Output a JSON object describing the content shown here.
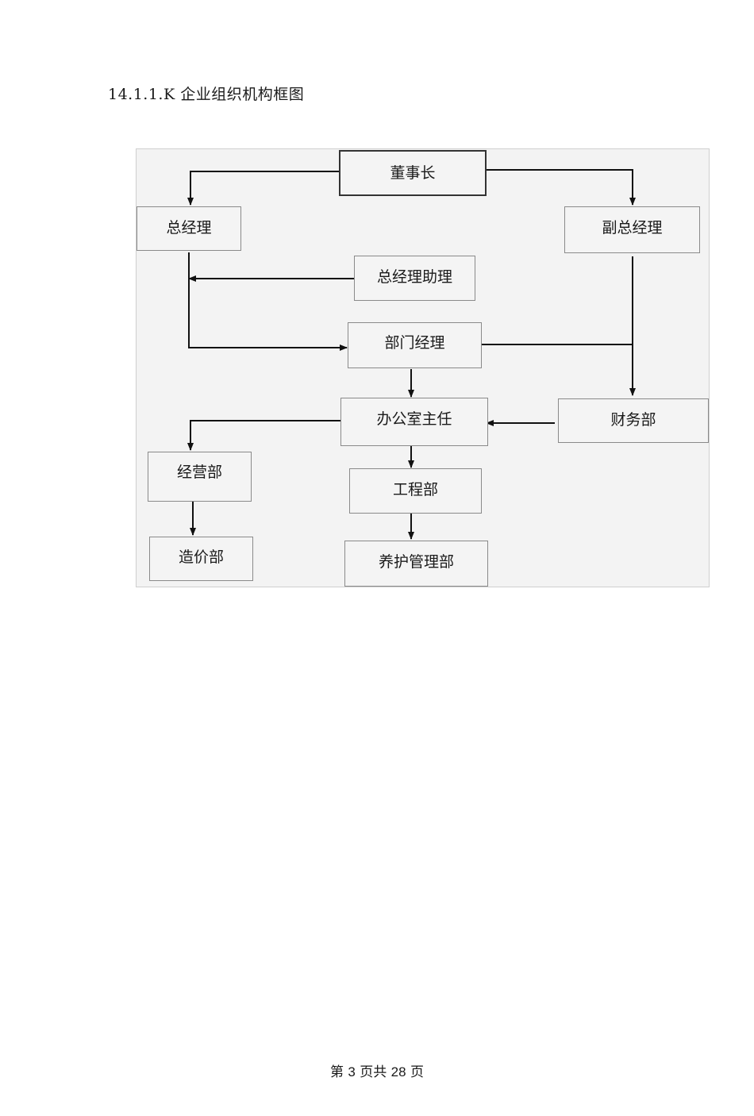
{
  "heading": "14.1.1.K 企业组织机构框图",
  "nodes": {
    "chairman": "董事长",
    "general_manager": "总经理",
    "deputy_general_manager": "副总经理",
    "gm_assistant": "总经理助理",
    "department_manager": "部门经理",
    "office_director": "办公室主任",
    "finance_dept": "财务部",
    "operations_dept": "经营部",
    "engineering_dept": "工程部",
    "cost_dept": "造价部",
    "maintenance_dept": "养护管理部"
  },
  "footer": {
    "prefix": "第",
    "current_page": "3",
    "middle": "页共",
    "total_pages": "28",
    "suffix": "页"
  }
}
